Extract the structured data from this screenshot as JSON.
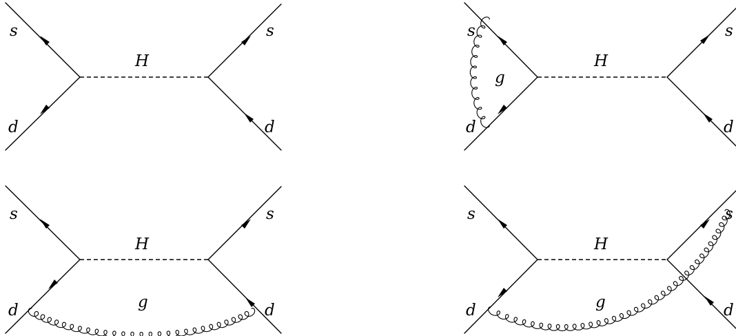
{
  "diagrams": [
    {
      "id": "tree-level",
      "labels": {
        "top_left": "s",
        "bottom_left": "d",
        "top_right": "s",
        "bottom_right": "d",
        "propagator": "H"
      }
    },
    {
      "id": "vertex-correction-gluon",
      "labels": {
        "top_left": "s",
        "bottom_left": "d",
        "top_right": "s",
        "bottom_right": "d",
        "propagator": "H",
        "gluon": "g"
      }
    },
    {
      "id": "box-gluon-exchange",
      "labels": {
        "top_left": "s",
        "bottom_left": "d",
        "top_right": "s",
        "bottom_right": "d",
        "propagator": "H",
        "gluon": "g"
      }
    },
    {
      "id": "crossed-gluon-exchange",
      "labels": {
        "top_left": "s",
        "bottom_left": "d",
        "top_right": "s",
        "bottom_right": "d",
        "propagator": "H",
        "gluon": "g"
      }
    }
  ]
}
